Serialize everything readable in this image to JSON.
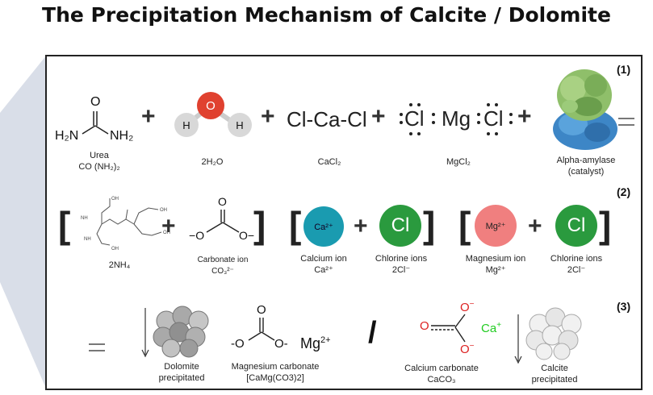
{
  "title": "The Precipitation Mechanism of Calcite / Dolomite",
  "step_numbers": [
    "(1)",
    "(2)",
    "(3)"
  ],
  "row1": {
    "urea": {
      "h2n": "H₂N",
      "nh2": "NH₂",
      "o": "O",
      "label1": "Urea",
      "label2": "CO (NH₂)₂"
    },
    "water": {
      "o": "O",
      "h": "H",
      "label": "2H₂O"
    },
    "cacl2": {
      "formula": "Cl-Ca-Cl",
      "label": "CaCl₂"
    },
    "mgcl2": {
      "cl": "Cl",
      "mg": "Mg",
      "label": "MgCl₂"
    },
    "enzyme": {
      "label1": "Alpha-amylase",
      "label2": "(catalyst)"
    }
  },
  "row2": {
    "nh4_label": "2NH₄",
    "edta_text": {
      "oh": "OH",
      "nh": "NH"
    },
    "carbonate": {
      "label1": "Carbonate ion",
      "label2": "CO₃²⁻",
      "o": "O",
      "minus": "−",
      "c_o": "O"
    },
    "ca": {
      "symbol": "Ca²⁺",
      "label1": "Calcium ion",
      "label2": "Ca²⁺"
    },
    "cl1": {
      "symbol": "Cl",
      "label1": "Chlorine ions",
      "label2": "2Cl⁻"
    },
    "mg": {
      "symbol": "Mg²⁺",
      "label1": "Magnesium ion",
      "label2": "Mg²⁺"
    },
    "cl2": {
      "symbol": "Cl",
      "label1": "Chlorine ions",
      "label2": "2Cl⁻"
    }
  },
  "row3": {
    "dolomite": {
      "label1": "Dolomite",
      "label2": "precipitated"
    },
    "mgco3": {
      "label1": "Magnesium carbonate",
      "label2": "[CaMg(CO3)2]",
      "mg": "Mg",
      "charge": "2+",
      "o_top": "O",
      "o_left": "-O",
      "o_right": "O-"
    },
    "slash": "/",
    "caco3": {
      "label1": "Calcium carbonate",
      "label2": "CaCO₃",
      "ca": "Ca",
      "plus": "+",
      "o": "O",
      "minus": "−"
    },
    "calcite": {
      "label1": "Calcite",
      "label2": "precipitated"
    }
  },
  "colors": {
    "ca_ion": "#1a9bb0",
    "cl_ion": "#2a9a3e",
    "mg_ion": "#f07f7f",
    "oxygen_red": "#d22",
    "ca_green": "#22cc22"
  }
}
